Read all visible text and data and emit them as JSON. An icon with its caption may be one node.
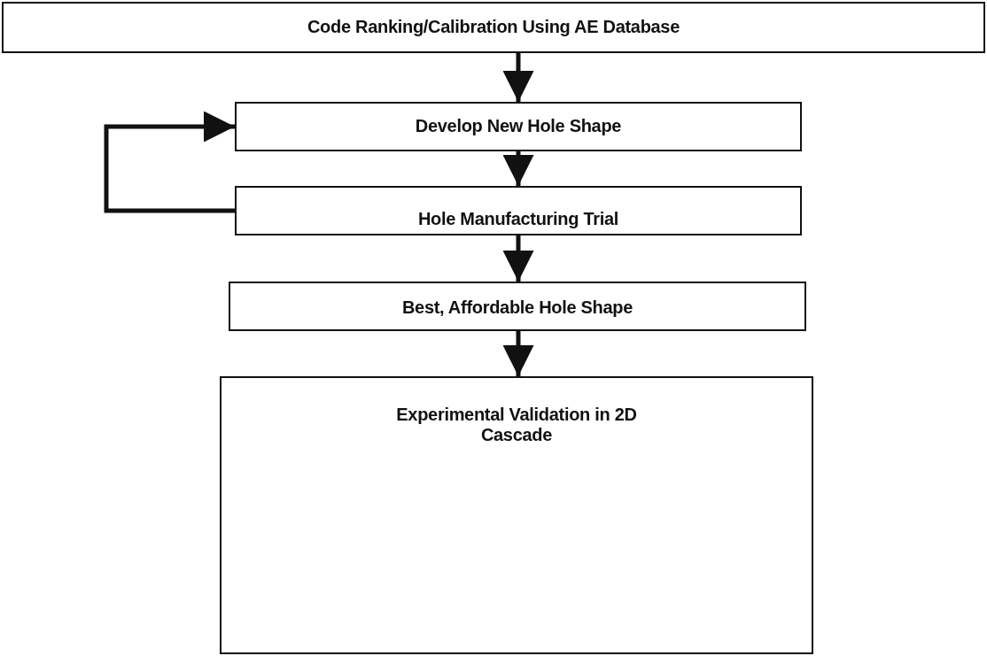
{
  "diagram": {
    "nodes": [
      {
        "text": [
          "Code Ranking/Calibration Using AE Database"
        ]
      },
      {
        "text": [
          "Develop New Hole Shape"
        ]
      },
      {
        "text": [
          "Hole Manufacturing Trial"
        ]
      },
      {
        "text": [
          "Best, Affordable Hole Shape"
        ]
      },
      {
        "text": [
          "Experimental Validation in 2D Cascade"
        ]
      }
    ],
    "edges": [
      {
        "from": 0,
        "to": 1,
        "arrow": "to"
      },
      {
        "from": 1,
        "to": 2,
        "arrow": "to"
      },
      {
        "from": 2,
        "to": 3,
        "arrow": "to"
      },
      {
        "from": 3,
        "to": 4,
        "arrow": "to"
      },
      {
        "from": 2,
        "to": 1,
        "arrow": "to"
      }
    ]
  }
}
